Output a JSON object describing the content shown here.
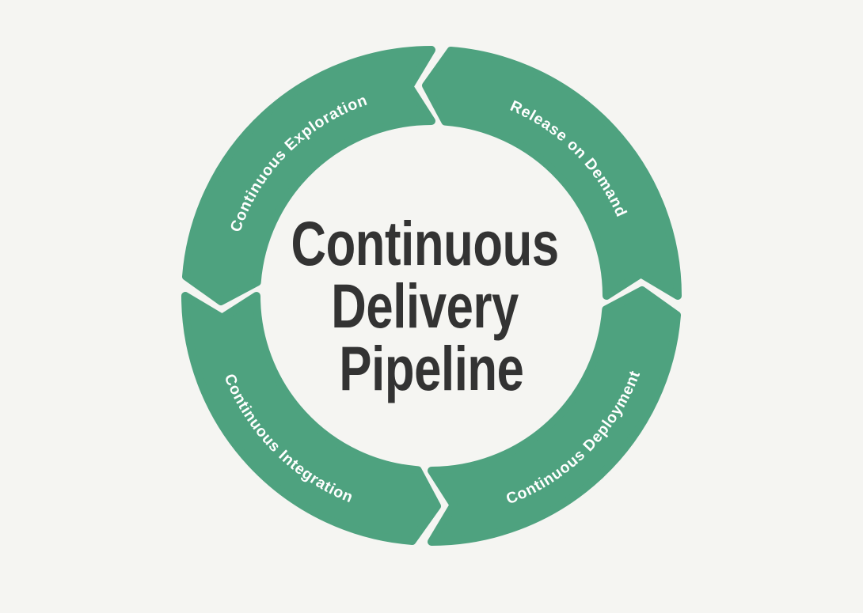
{
  "title": {
    "full": "Continuous Delivery Pipeline",
    "lines": [
      "Continuous",
      "Delivery",
      "Pipeline"
    ]
  },
  "segments": [
    {
      "label": "Continuous Exploration",
      "position": "top-left"
    },
    {
      "label": "Continuous Integration",
      "position": "bottom-left"
    },
    {
      "label": "Continuous Deployment",
      "position": "bottom-right"
    },
    {
      "label": "Release on Demand",
      "position": "top-right"
    }
  ],
  "flow_direction": "counterclockwise",
  "colors": {
    "arc": "#4EA27F",
    "background": "#F5F5F2",
    "title": "#333333",
    "label": "#FFFFFF"
  }
}
